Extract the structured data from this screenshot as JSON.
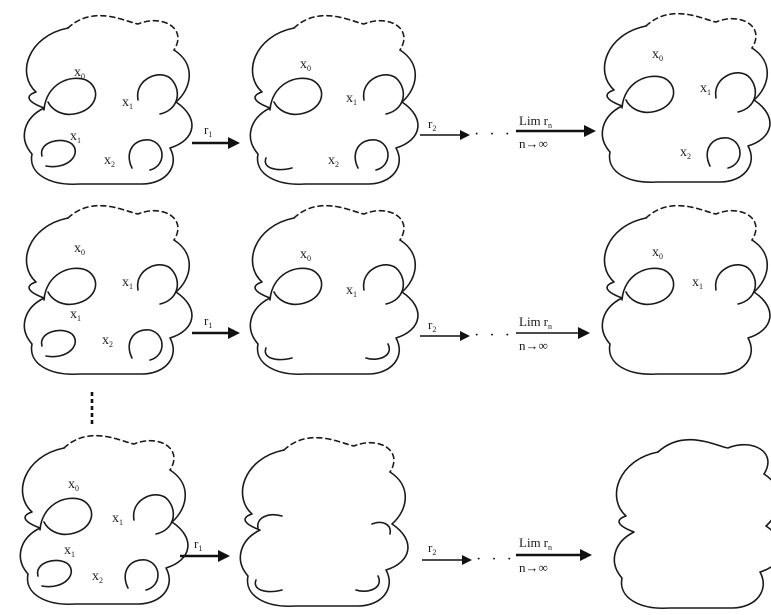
{
  "figure": {
    "rows": [
      {
        "id": "row-1",
        "stage1": {
          "points": [
            {
              "letter": "x",
              "index": "0"
            },
            {
              "letter": "x",
              "index": "1"
            },
            {
              "letter": "x",
              "index": "1"
            },
            {
              "letter": "x",
              "index": "2"
            }
          ]
        },
        "stage2": {
          "points": [
            {
              "letter": "x",
              "index": "0"
            },
            {
              "letter": "x",
              "index": "1"
            },
            {
              "letter": "x",
              "index": "2"
            }
          ]
        },
        "stage3": {
          "points": [
            {
              "letter": "x",
              "index": "0"
            },
            {
              "letter": "x",
              "index": "1"
            },
            {
              "letter": "x",
              "index": "2"
            }
          ]
        },
        "map1": {
          "letter": "r",
          "index": "1"
        },
        "map2": {
          "letter": "r",
          "index": "2"
        },
        "dots": "· · ·",
        "limit": {
          "word": "Lim",
          "letter": "r",
          "index": "n",
          "under": "n→∞"
        }
      },
      {
        "id": "row-2",
        "stage1": {
          "points": [
            {
              "letter": "x",
              "index": "0"
            },
            {
              "letter": "x",
              "index": "1"
            },
            {
              "letter": "x",
              "index": "1"
            },
            {
              "letter": "x",
              "index": "2"
            }
          ]
        },
        "stage2": {
          "points": [
            {
              "letter": "x",
              "index": "0"
            },
            {
              "letter": "x",
              "index": "1"
            }
          ]
        },
        "stage3": {
          "points": [
            {
              "letter": "x",
              "index": "0"
            },
            {
              "letter": "x",
              "index": "1"
            }
          ]
        },
        "map1": {
          "letter": "r",
          "index": "1"
        },
        "map2": {
          "letter": "r",
          "index": "2"
        },
        "dots": "· · ·",
        "limit": {
          "word": "Lim",
          "letter": "r",
          "index": "n",
          "under": "n→∞"
        }
      },
      {
        "id": "row-3",
        "stage1": {
          "points": [
            {
              "letter": "x",
              "index": "0"
            },
            {
              "letter": "x",
              "index": "1"
            },
            {
              "letter": "x",
              "index": "1"
            },
            {
              "letter": "x",
              "index": "2"
            }
          ]
        },
        "stage2": {
          "points": []
        },
        "stage3": {
          "points": []
        },
        "map1": {
          "letter": "r",
          "index": "1"
        },
        "map2": {
          "letter": "r",
          "index": "2"
        },
        "dots": "· · ·",
        "limit": {
          "word": "Lim",
          "letter": "r",
          "index": "n",
          "under": "n→∞"
        }
      }
    ]
  }
}
